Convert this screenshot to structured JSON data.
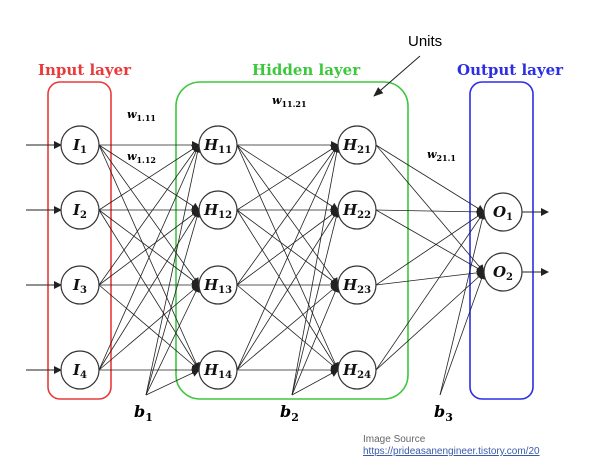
{
  "colors": {
    "input": "#e83a3a",
    "hidden": "#3cc83c",
    "output": "#2d2de6",
    "node_stroke": "#333333",
    "edge": "#222222"
  },
  "layers": [
    {
      "key": "input",
      "title": "Input layer",
      "nodes": [
        {
          "main": "I",
          "sub": "1"
        },
        {
          "main": "I",
          "sub": "2"
        },
        {
          "main": "I",
          "sub": "3"
        },
        {
          "main": "I",
          "sub": "4"
        }
      ]
    },
    {
      "key": "hidden1",
      "title": "Hidden layer",
      "nodes": [
        {
          "main": "H",
          "sub": "11"
        },
        {
          "main": "H",
          "sub": "12"
        },
        {
          "main": "H",
          "sub": "13"
        },
        {
          "main": "H",
          "sub": "14"
        }
      ]
    },
    {
      "key": "hidden2",
      "title": "",
      "nodes": [
        {
          "main": "H",
          "sub": "21"
        },
        {
          "main": "H",
          "sub": "22"
        },
        {
          "main": "H",
          "sub": "23"
        },
        {
          "main": "H",
          "sub": "24"
        }
      ]
    },
    {
      "key": "output",
      "title": "Output layer",
      "nodes": [
        {
          "main": "O",
          "sub": "1"
        },
        {
          "main": "O",
          "sub": "2"
        }
      ]
    }
  ],
  "weights": [
    {
      "main": "w",
      "sub": "1.11"
    },
    {
      "main": "w",
      "sub": "1.12"
    },
    {
      "main": "w",
      "sub": "11.21"
    },
    {
      "main": "w",
      "sub": "21.1"
    }
  ],
  "biases": [
    {
      "main": "b",
      "sub": "1"
    },
    {
      "main": "b",
      "sub": "2"
    },
    {
      "main": "b",
      "sub": "3"
    }
  ],
  "annotation": "Units",
  "source": {
    "label": "Image Source",
    "url": "https://prideasanengineer.tistory.com/20"
  }
}
